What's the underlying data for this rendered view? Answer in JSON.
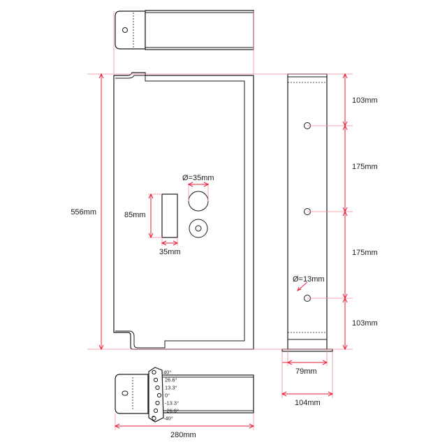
{
  "dimensions": {
    "height_total": "556mm",
    "width_bottom": "280mm",
    "slot_height": "85mm",
    "slot_width": "35mm",
    "hole_large_diameter": "Ø=35mm",
    "hole_small_diameter": "Ø=13mm",
    "spacing_top": "103mm",
    "spacing_mid_1": "175mm",
    "spacing_mid_2": "175mm",
    "spacing_bottom": "103mm",
    "inner_depth": "79mm",
    "outer_depth": "104mm"
  },
  "tilt_angles": [
    "40°",
    "26.6°",
    "13.3°",
    "0°",
    "-13.3°",
    "-26.6°",
    "-40°"
  ],
  "colors": {
    "dimension": "#e8203a",
    "outline": "#1a1a1a"
  }
}
